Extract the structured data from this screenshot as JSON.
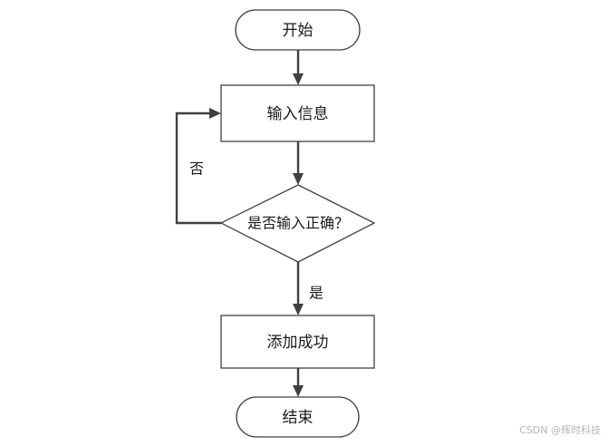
{
  "nodes": {
    "start": "开始",
    "input": "输入信息",
    "check": "是否输入正确？",
    "success": "添加成功",
    "end": "结束"
  },
  "edges": {
    "no_label": "否",
    "yes_label": "是"
  },
  "watermark": "CSDN @辉时科技"
}
